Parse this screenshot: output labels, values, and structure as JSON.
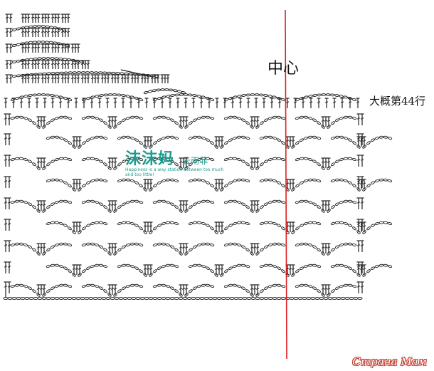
{
  "diagram": {
    "labels": {
      "center": "中心",
      "row_note": "大概第44行"
    },
    "watermark": {
      "main": "沫沫妈",
      "sub": "云雨菲",
      "tagline": "Happiness is a way station between too much and too little!"
    },
    "brand": "Страна Мам",
    "colors": {
      "stitch": "#222222",
      "center_line": "#e02020",
      "watermark": "#1f9a8e"
    },
    "symbols": [
      "chain-stitch-arc",
      "double-crochet",
      "foundation-chain"
    ]
  }
}
